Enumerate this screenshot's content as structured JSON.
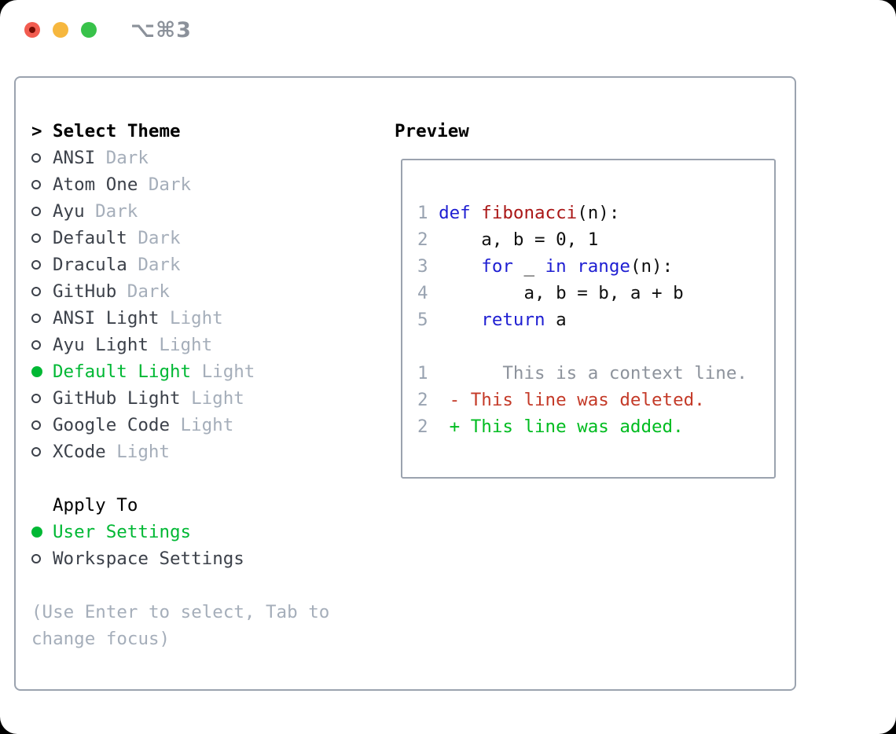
{
  "window": {
    "title_shortcut": "⌥⌘3"
  },
  "colors": {
    "accent_green": "#00b834",
    "keyword_blue": "#1e1ed2",
    "function_red": "#aa1717",
    "deleted_red": "#c43a28",
    "added_green": "#00bc20",
    "line_number_gray": "#99a3b1",
    "context_gray": "#8d939c",
    "dim_gray": "#a5aeba",
    "item_text": "#3c414a",
    "border_gray": "#9ba3af",
    "traffic_red": "#f25c50",
    "traffic_yellow": "#f6b73e",
    "traffic_green": "#38c24a"
  },
  "theme_picker": {
    "prompt": ">",
    "title": "Select Theme",
    "items": [
      {
        "name": "ANSI",
        "tag": "Dark",
        "selected": false
      },
      {
        "name": "Atom One",
        "tag": "Dark",
        "selected": false
      },
      {
        "name": "Ayu",
        "tag": "Dark",
        "selected": false
      },
      {
        "name": "Default",
        "tag": "Dark",
        "selected": false
      },
      {
        "name": "Dracula",
        "tag": "Dark",
        "selected": false
      },
      {
        "name": "GitHub",
        "tag": "Dark",
        "selected": false
      },
      {
        "name": "ANSI Light",
        "tag": "Light",
        "selected": false
      },
      {
        "name": "Ayu Light",
        "tag": "Light",
        "selected": false
      },
      {
        "name": "Default Light",
        "tag": "Light",
        "selected": true
      },
      {
        "name": "GitHub Light",
        "tag": "Light",
        "selected": false
      },
      {
        "name": "Google Code",
        "tag": "Light",
        "selected": false
      },
      {
        "name": "XCode",
        "tag": "Light",
        "selected": false
      }
    ]
  },
  "apply_to": {
    "title": "Apply To",
    "items": [
      {
        "name": "User Settings",
        "selected": true
      },
      {
        "name": "Workspace Settings",
        "selected": false
      }
    ]
  },
  "hint": {
    "line1": "(Use Enter to select, Tab to",
    "line2": "change focus)"
  },
  "preview": {
    "title": "Preview",
    "lines": [
      {
        "name": "code-line-1",
        "segments": [
          {
            "t": "1",
            "c": "ln"
          },
          {
            "t": " ",
            "c": "code"
          },
          {
            "t": "def",
            "c": "kw"
          },
          {
            "t": " ",
            "c": "code"
          },
          {
            "t": "fibonacci",
            "c": "fn"
          },
          {
            "t": "(n):",
            "c": "code"
          }
        ]
      },
      {
        "name": "code-line-2",
        "segments": [
          {
            "t": "2",
            "c": "ln"
          },
          {
            "t": "     a, b = 0, 1",
            "c": "code"
          }
        ]
      },
      {
        "name": "code-line-3",
        "segments": [
          {
            "t": "3",
            "c": "ln"
          },
          {
            "t": "     ",
            "c": "code"
          },
          {
            "t": "for",
            "c": "kw"
          },
          {
            "t": " _ ",
            "c": "code"
          },
          {
            "t": "in",
            "c": "kw"
          },
          {
            "t": " ",
            "c": "code"
          },
          {
            "t": "range",
            "c": "kw"
          },
          {
            "t": "(n):",
            "c": "code"
          }
        ]
      },
      {
        "name": "code-line-4",
        "segments": [
          {
            "t": "4",
            "c": "ln"
          },
          {
            "t": "         a, b = b, a + b",
            "c": "code"
          }
        ]
      },
      {
        "name": "code-line-5",
        "segments": [
          {
            "t": "5",
            "c": "ln"
          },
          {
            "t": "     ",
            "c": "code"
          },
          {
            "t": "return",
            "c": "kw"
          },
          {
            "t": " a",
            "c": "code"
          }
        ]
      },
      {
        "name": "blank-line",
        "segments": []
      },
      {
        "name": "diff-context-line",
        "segments": [
          {
            "t": "1",
            "c": "ln"
          },
          {
            "t": "       This is a context line.",
            "c": "ctx"
          }
        ]
      },
      {
        "name": "diff-deleted-line",
        "segments": [
          {
            "t": "2",
            "c": "ln"
          },
          {
            "t": "  - This line was deleted.",
            "c": "del"
          }
        ]
      },
      {
        "name": "diff-added-line",
        "segments": [
          {
            "t": "2",
            "c": "ln"
          },
          {
            "t": "  + This line was added.",
            "c": "add"
          }
        ]
      }
    ]
  }
}
